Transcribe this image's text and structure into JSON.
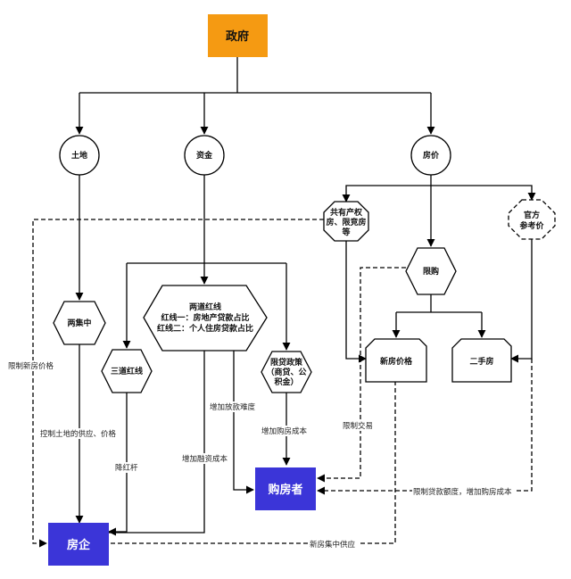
{
  "nodes": {
    "government": "政府",
    "land": "土地",
    "capital": "资金",
    "house_price": "房价",
    "shared_property": [
      "共有产权",
      "房、限竞房",
      "等"
    ],
    "official_price": [
      "官方",
      "参考价"
    ],
    "purchase_limit": "限购",
    "two_concentrated": "两集中",
    "two_red_lines": [
      "两道红线",
      "红线一：房地产贷款占比",
      "红线二：个人住房贷款占比"
    ],
    "three_red_lines": "三道红线",
    "loan_limit_policy": [
      "限贷政策",
      "（商贷、公",
      "积金）"
    ],
    "new_house_price": "新房价格",
    "second_hand_house": "二手房",
    "home_buyer": "购房者",
    "developer": "房企"
  },
  "edge_labels": {
    "limit_new_price": "限制新房价格",
    "control_land": "控制土地的供应、价格",
    "lower_bar": "降红杆",
    "increase_financing_cost": "增加融资成本",
    "increase_lending_difficulty": "增加放款难度",
    "increase_purchase_cost_1": "增加购房成本",
    "limit_trading": "限制交易",
    "limit_loan_amount": "限制贷款额度，增加购房成本",
    "new_house_supply": "新房集中供应"
  },
  "colors": {
    "government_fill": "#f59a12",
    "actor_fill": "#3b35d8",
    "line": "#000000"
  }
}
